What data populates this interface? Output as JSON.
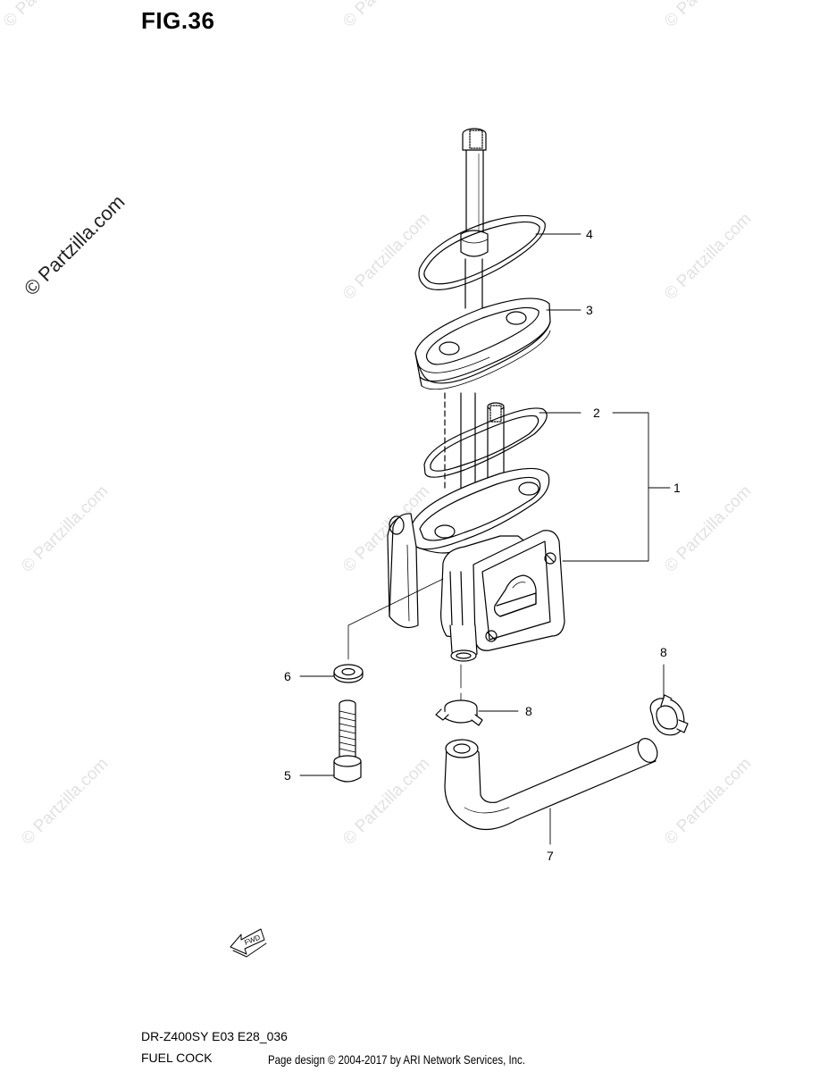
{
  "figure": {
    "title": "FIG.36"
  },
  "watermark": {
    "main": "© Partzilla.com",
    "faint": "© Partzilla.com"
  },
  "callouts": [
    {
      "id": "1",
      "label": "1"
    },
    {
      "id": "2",
      "label": "2"
    },
    {
      "id": "3",
      "label": "3"
    },
    {
      "id": "4",
      "label": "4"
    },
    {
      "id": "5",
      "label": "5"
    },
    {
      "id": "6",
      "label": "6"
    },
    {
      "id": "7",
      "label": "7"
    },
    {
      "id": "8a",
      "label": "8"
    },
    {
      "id": "8b",
      "label": "8"
    }
  ],
  "fwd_arrow": {
    "label": "FWD",
    "icon": "forward-arrow-icon"
  },
  "footer": {
    "model": "DR-Z400SY  E03 E28_036",
    "section": "FUEL COCK",
    "copyright": "Page design © 2004-2017 by ARI Network Services, Inc."
  }
}
